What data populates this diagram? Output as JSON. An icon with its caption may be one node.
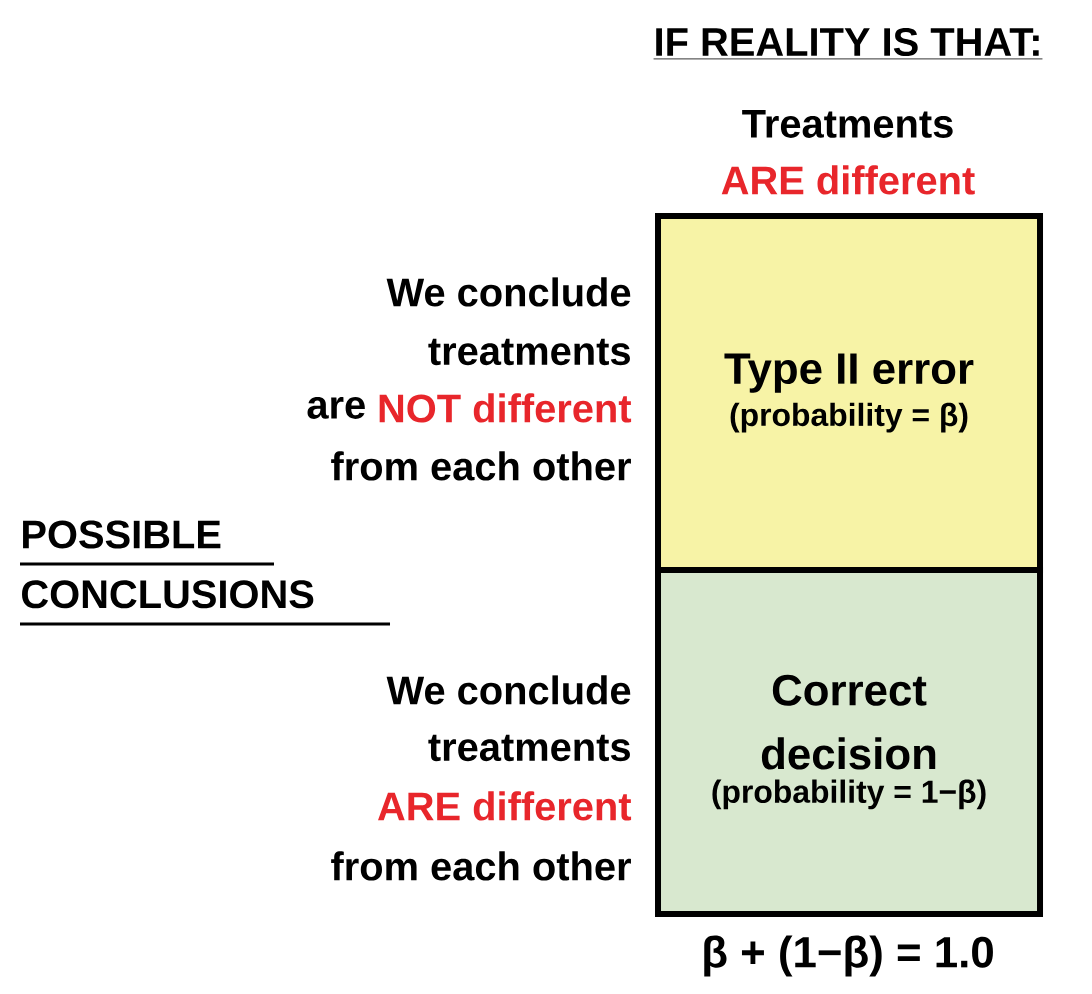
{
  "diagram": {
    "nodes": [
      {
        "text": [
          "Type II error",
          "(probability = β)"
        ]
      },
      {
        "text": [
          "Correct decision",
          "(probability = 1−β)"
        ]
      }
    ],
    "labels": [
      "IF REALITY IS THAT:",
      "Treatments",
      "ARE different",
      "We conclude",
      "treatments",
      "are",
      "NOT different",
      "from each other",
      "POSSIBLE CONCLUSIONS",
      "We conclude",
      "treatments",
      "ARE different",
      "from each other",
      "β + (1−β) = 1.0"
    ]
  }
}
